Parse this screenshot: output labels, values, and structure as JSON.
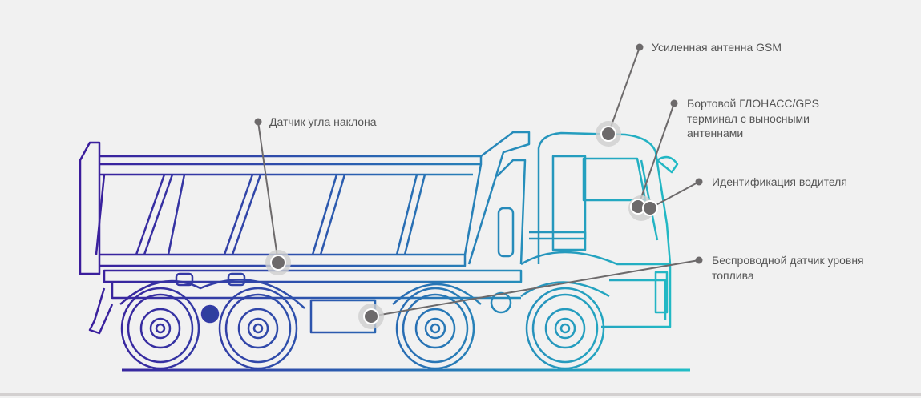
{
  "callouts": {
    "gsm": {
      "lines": [
        "Усиленная антенна GSM"
      ]
    },
    "glonass": {
      "lines": [
        "Бортовой ГЛОНАСС/GPS",
        "терминал с выносными",
        "антеннами"
      ]
    },
    "driver_id": {
      "lines": [
        "Идентификация водителя"
      ]
    },
    "tilt": {
      "lines": [
        "Датчик угла наклона"
      ]
    },
    "fuel": {
      "lines": [
        "Беспроводной датчик уровня",
        "топлива"
      ]
    }
  },
  "colors": {
    "gradient_start": "#3b1c9c",
    "gradient_mid": "#2a5fb0",
    "gradient_end": "#22bec6",
    "callout": "#6d6a6b",
    "background": "#f1f1f1"
  }
}
